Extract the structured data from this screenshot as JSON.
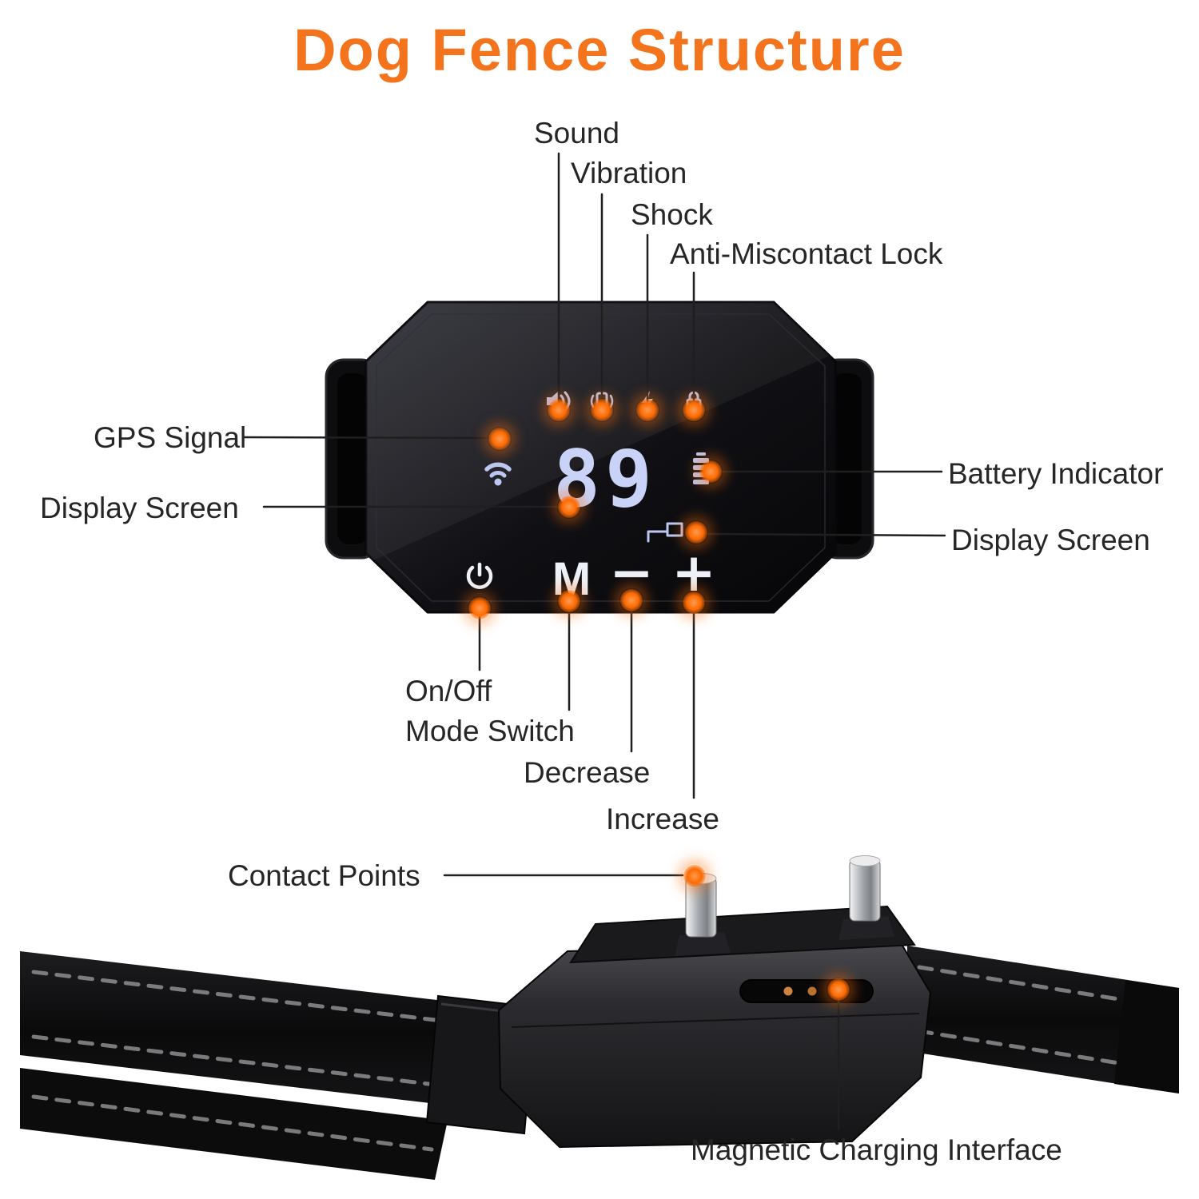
{
  "title": "Dog Fence Structure",
  "labels": {
    "sound": "Sound",
    "vibration": "Vibration",
    "shock": "Shock",
    "anti_miscontact_lock": "Anti-Miscontact Lock",
    "gps_signal": "GPS Signal",
    "display_screen_left": "Display Screen",
    "battery_indicator": "Battery Indicator",
    "display_screen_right": "Display Screen",
    "on_off": "On/Off",
    "mode_switch": "Mode Switch",
    "decrease": "Decrease",
    "increase": "Increase",
    "contact_points": "Contact Points",
    "magnetic_charging_interface": "Magnetic Charging Interface"
  },
  "device": {
    "display_value": "89",
    "mode_button_label": "M",
    "decrease_symbol": "−",
    "increase_symbol": "+"
  },
  "colors": {
    "title_orange": "#f4741d",
    "callout_dot_orange": "#fd6a02",
    "screen_glyph_blue": "#bcc8f2",
    "device_black": "#111113",
    "label_text": "#262626"
  }
}
